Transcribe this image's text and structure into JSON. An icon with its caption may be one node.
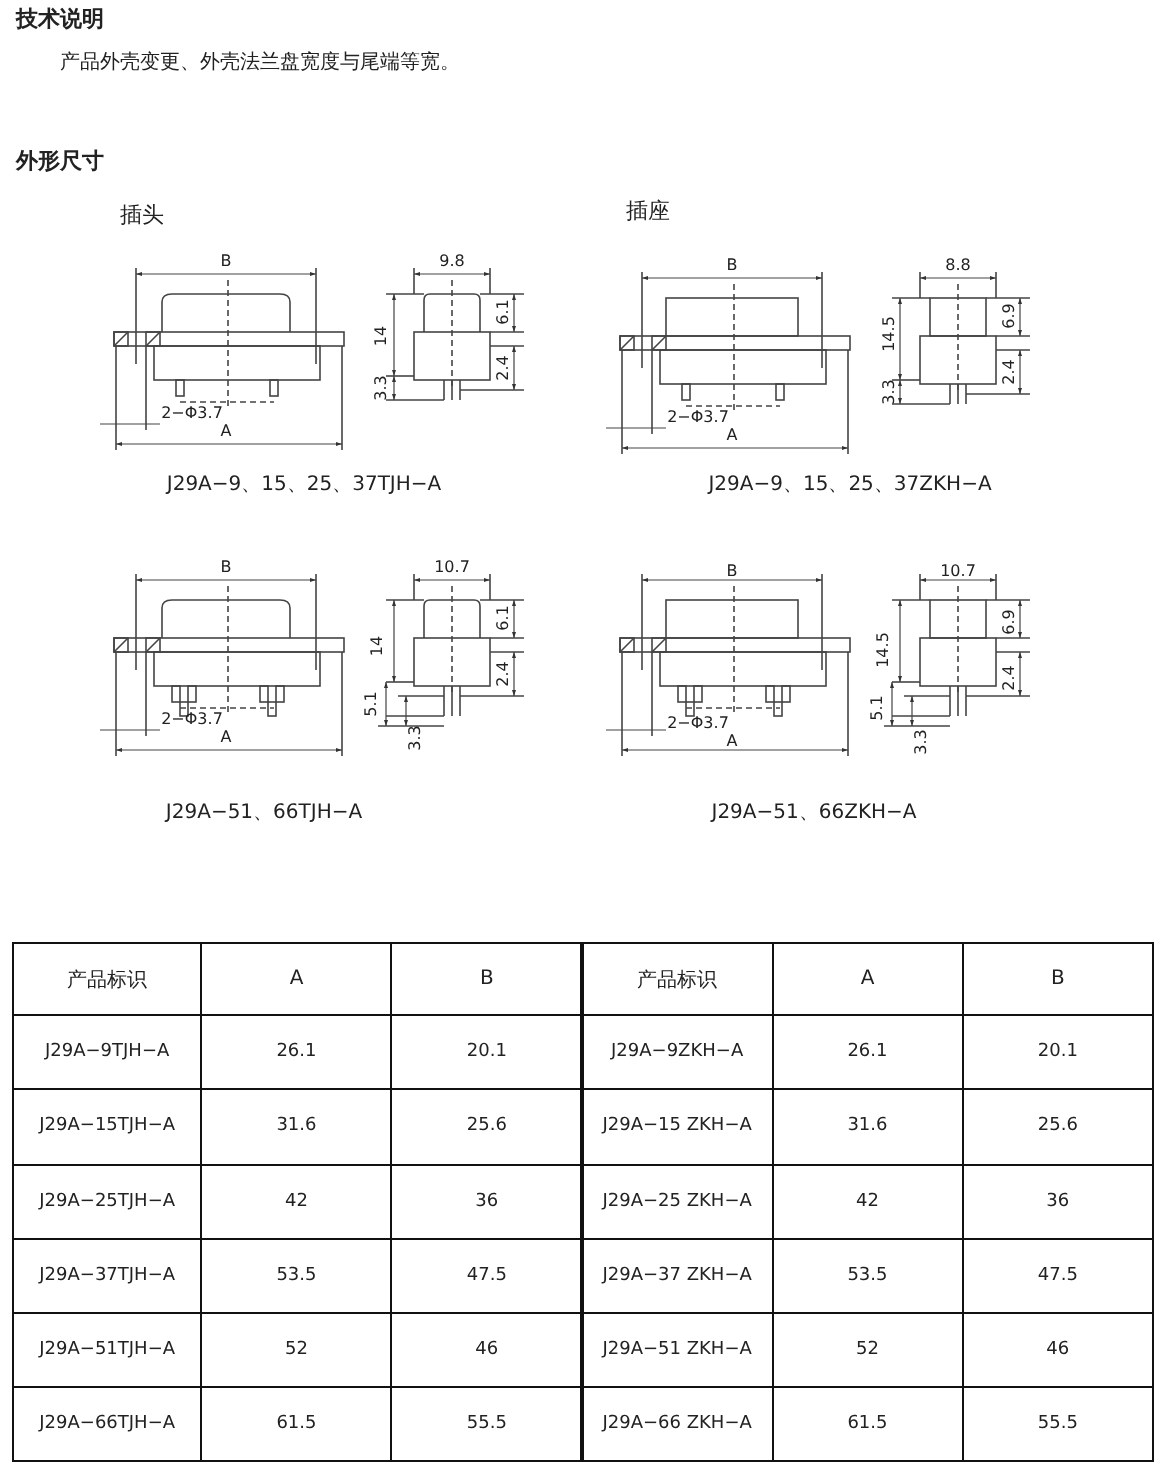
{
  "diagram": {
    "labels": [
      "技术说明",
      "产品外壳变更、外壳法兰盘宽度与尾端等宽。",
      "外形尺寸",
      "插头",
      "插座",
      "B",
      "9.8",
      "14",
      "6.1",
      "3.3",
      "2.4",
      "2−Φ3.7",
      "A",
      "J29A−9、15、25、37TJH−A",
      "B",
      "8.8",
      "14.5",
      "6.9",
      "3.3",
      "2.4",
      "2−Φ3.7",
      "A",
      "J29A−9、15、25、37ZKH−A",
      "B",
      "10.7",
      "14",
      "6.1",
      "2.4",
      "5.1",
      "3.3",
      "2−Φ3.7",
      "A",
      "J29A−51、66TJH−A",
      "B",
      "10.7",
      "14.5",
      "6.9",
      "2.4",
      "5.1",
      "3.3",
      "2−Φ3.7",
      "A",
      "J29A−51、66ZKH−A",
      "产品标识",
      "A",
      "B",
      "产品标识",
      "A",
      "B",
      "J29A−9TJH−A",
      "26.1",
      "20.1",
      "J29A−9ZKH−A",
      "26.1",
      "20.1",
      "J29A−15TJH−A",
      "31.6",
      "25.6",
      "J29A−15 ZKH−A",
      "31.6",
      "25.6",
      "J29A−25TJH−A",
      "42",
      "36",
      "J29A−25 ZKH−A",
      "42",
      "36",
      "J29A−37TJH−A",
      "53.5",
      "47.5",
      "J29A−37 ZKH−A",
      "53.5",
      "47.5",
      "J29A−51TJH−A",
      "52",
      "46",
      "J29A−51 ZKH−A",
      "52",
      "46",
      "J29A−66TJH−A",
      "61.5",
      "55.5",
      "J29A−66 ZKH−A",
      "61.5",
      "55.5"
    ]
  }
}
